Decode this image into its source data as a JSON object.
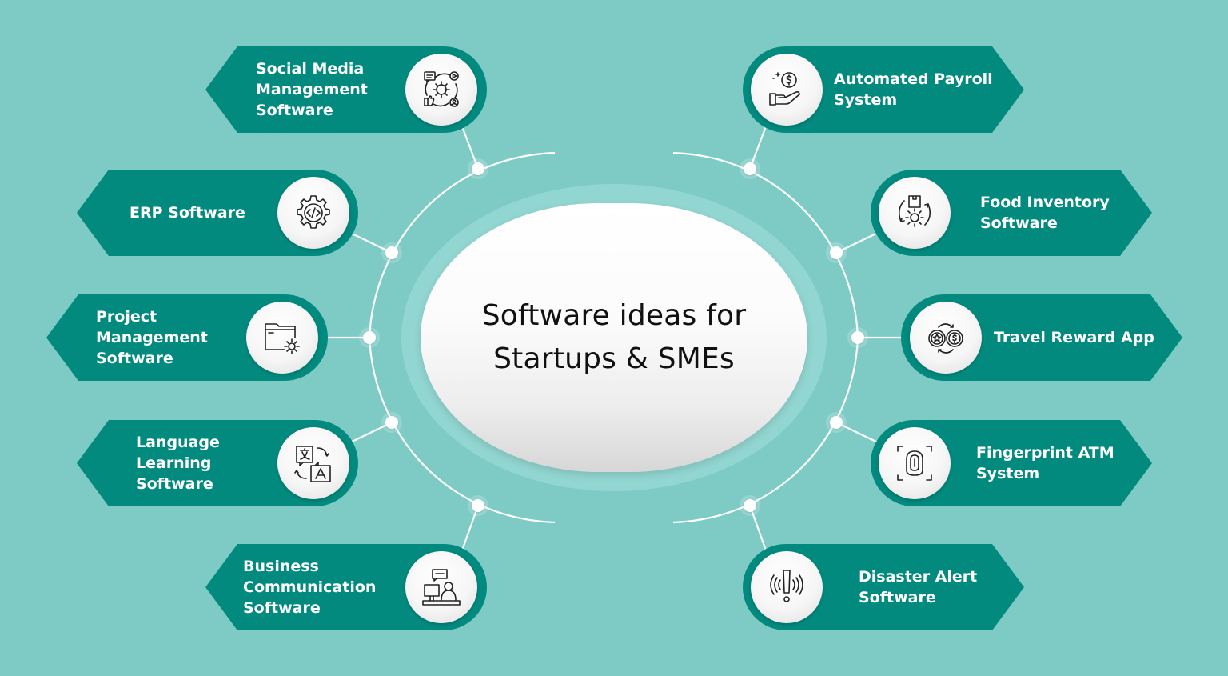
{
  "center": {
    "title_line1": "Software ideas for",
    "title_line2": "Startups & SMEs"
  },
  "colors": {
    "background": "#7ecbc6",
    "pill": "#038a7f",
    "halo": "#92d6d1",
    "connector": "#ffffff",
    "text_on_pill": "#ffffff",
    "center_text": "#111111"
  },
  "left_items": [
    {
      "label": "Social Media\nManagement\nSoftware",
      "icon": "social-media-management-icon"
    },
    {
      "label": "ERP Software",
      "icon": "gear-code-icon"
    },
    {
      "label": "Project\nManagement\nSoftware",
      "icon": "folder-gear-icon"
    },
    {
      "label": "Language\nLearning\nSoftware",
      "icon": "translate-icon"
    },
    {
      "label": "Business\nCommunication\nSoftware",
      "icon": "desk-chat-icon"
    }
  ],
  "right_items": [
    {
      "label": "Automated Payroll\nSystem",
      "icon": "hand-coin-icon"
    },
    {
      "label": "Food Inventory\nSoftware",
      "icon": "box-gear-cycle-icon"
    },
    {
      "label": "Travel Reward App",
      "icon": "coin-exchange-icon"
    },
    {
      "label": "Fingerprint ATM\nSystem",
      "icon": "fingerprint-scan-icon"
    },
    {
      "label": "Disaster Alert\nSoftware",
      "icon": "alert-signal-icon"
    }
  ]
}
